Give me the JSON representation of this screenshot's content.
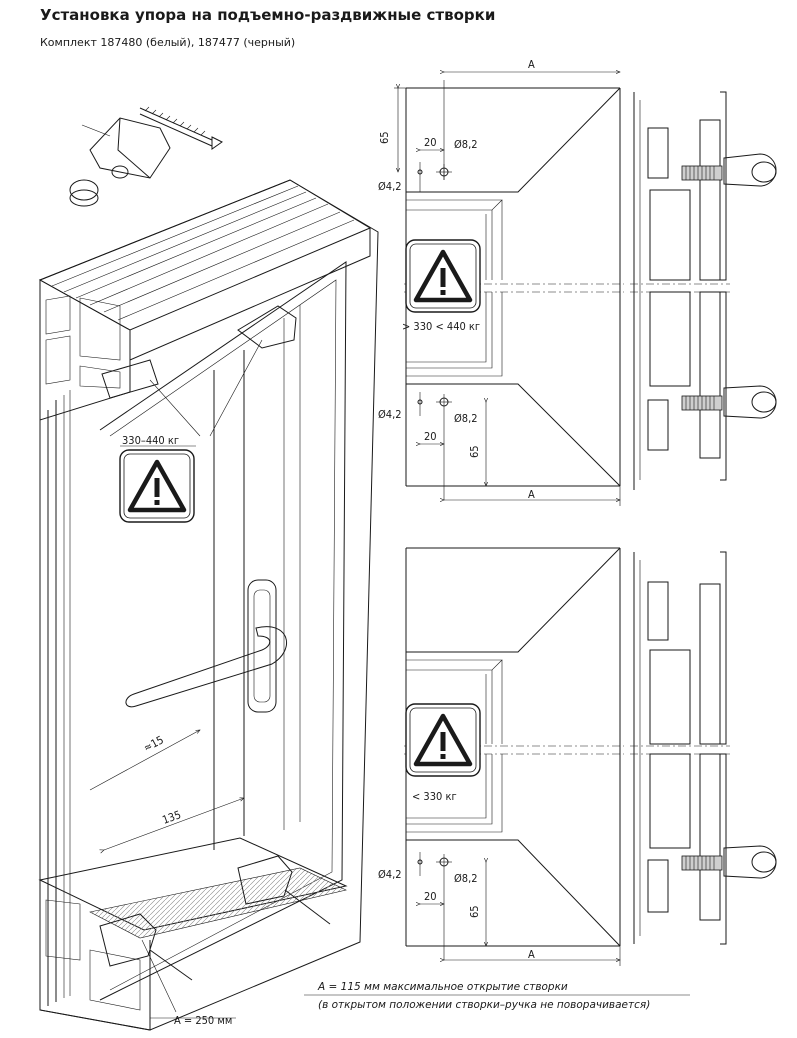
{
  "header": {
    "title": "Установка упора на подъемно-раздвижные створки",
    "subtitle": "Комплект 187480 (белый), 187477 (черный)"
  },
  "iso_view": {
    "weight_label": "330–440 кг",
    "dim_15": "≈15",
    "dim_135": "135",
    "dim_a250": "A = 250 мм"
  },
  "detail_top": {
    "dim_a_top": "A",
    "dim_65_top": "65",
    "dim_20_top": "20",
    "dia_82_top": "Ø8,2",
    "dia_42_top": "Ø4,2",
    "weight_label": "> 330 < 440 кг",
    "dia_42_bottom": "Ø4,2",
    "dia_82_bottom": "Ø8,2",
    "dim_20_bottom": "20",
    "dim_65_bottom": "65",
    "dim_a_bottom": "A"
  },
  "detail_bottom": {
    "weight_label": "< 330 кг",
    "dia_42": "Ø4,2",
    "dia_82": "Ø8,2",
    "dim_20": "20",
    "dim_65": "65",
    "dim_a": "A"
  },
  "notes": {
    "line1": "A = 115 мм максимальное открытие створки",
    "line2": "(в открытом положении створки–ручка не поворачивается)"
  },
  "icons": [
    "warning-icon"
  ]
}
